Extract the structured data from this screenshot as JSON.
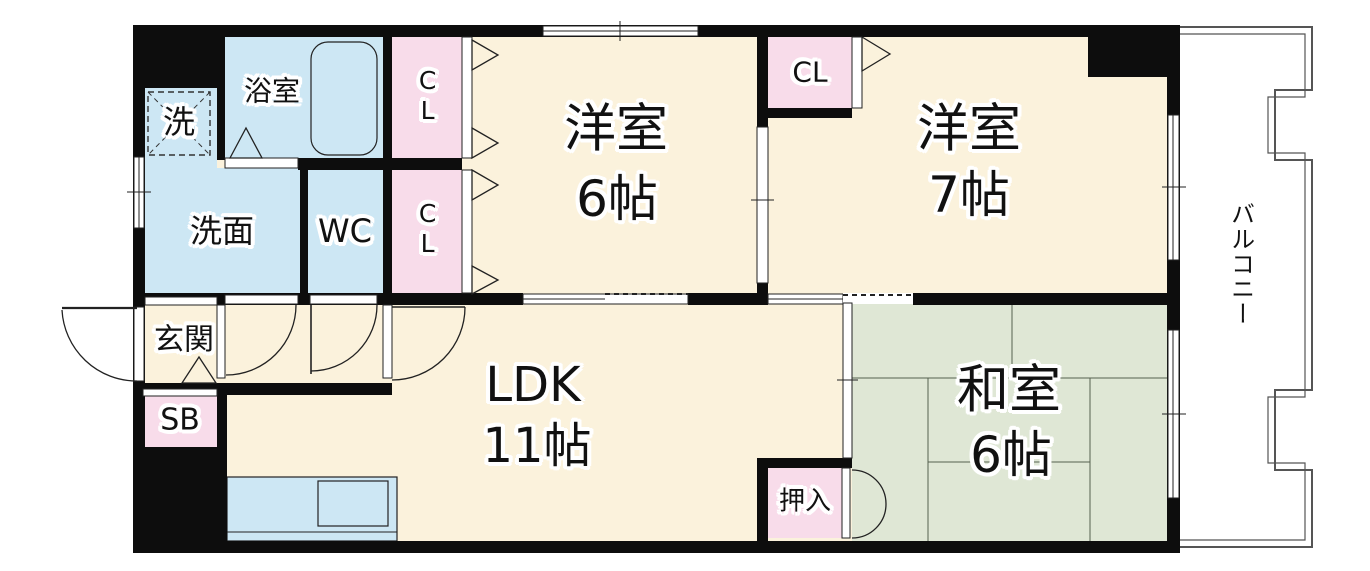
{
  "title": "2LDK apartment floor plan",
  "colors": {
    "wall": "#0d0d0d",
    "floor": "#fbf2dc",
    "water": "#cde7f4",
    "storage": "#f8dcea",
    "tatami": "#dfe7d5",
    "outline": "#222222",
    "balcony_line": "#555555",
    "text": "#111111"
  },
  "labels": {
    "laundry": "洗",
    "bathroom": "浴室",
    "washroom": "洗面",
    "wc": "WC",
    "closet_a": "CL",
    "closet_b": "CL",
    "closet_c": "CL",
    "western6_name": "洋室",
    "western6_size": "6帖",
    "western7_name": "洋室",
    "western7_size": "7帖",
    "ldk_name": "LDK",
    "ldk_size": "11帖",
    "japanese_name": "和室",
    "japanese_size": "6帖",
    "genkan": "玄関",
    "shoebox": "SB",
    "oshiire": "押入",
    "balcony": "バルコニー"
  },
  "rooms": [
    {
      "name": "洋室",
      "size": "6帖",
      "type": "western-room"
    },
    {
      "name": "洋室",
      "size": "7帖",
      "type": "western-room"
    },
    {
      "name": "LDK",
      "size": "11帖",
      "type": "living-dining-kitchen"
    },
    {
      "name": "和室",
      "size": "6帖",
      "type": "japanese-room"
    },
    {
      "name": "浴室",
      "type": "bathroom"
    },
    {
      "name": "洗面",
      "type": "washroom"
    },
    {
      "name": "洗",
      "type": "laundry-space"
    },
    {
      "name": "WC",
      "type": "toilet"
    },
    {
      "name": "玄関",
      "type": "entrance"
    },
    {
      "name": "SB",
      "type": "shoe-box"
    },
    {
      "name": "CL",
      "type": "closet"
    },
    {
      "name": "CL",
      "type": "closet"
    },
    {
      "name": "CL",
      "type": "closet"
    },
    {
      "name": "押入",
      "type": "futon-closet"
    },
    {
      "name": "バルコニー",
      "type": "balcony"
    }
  ]
}
